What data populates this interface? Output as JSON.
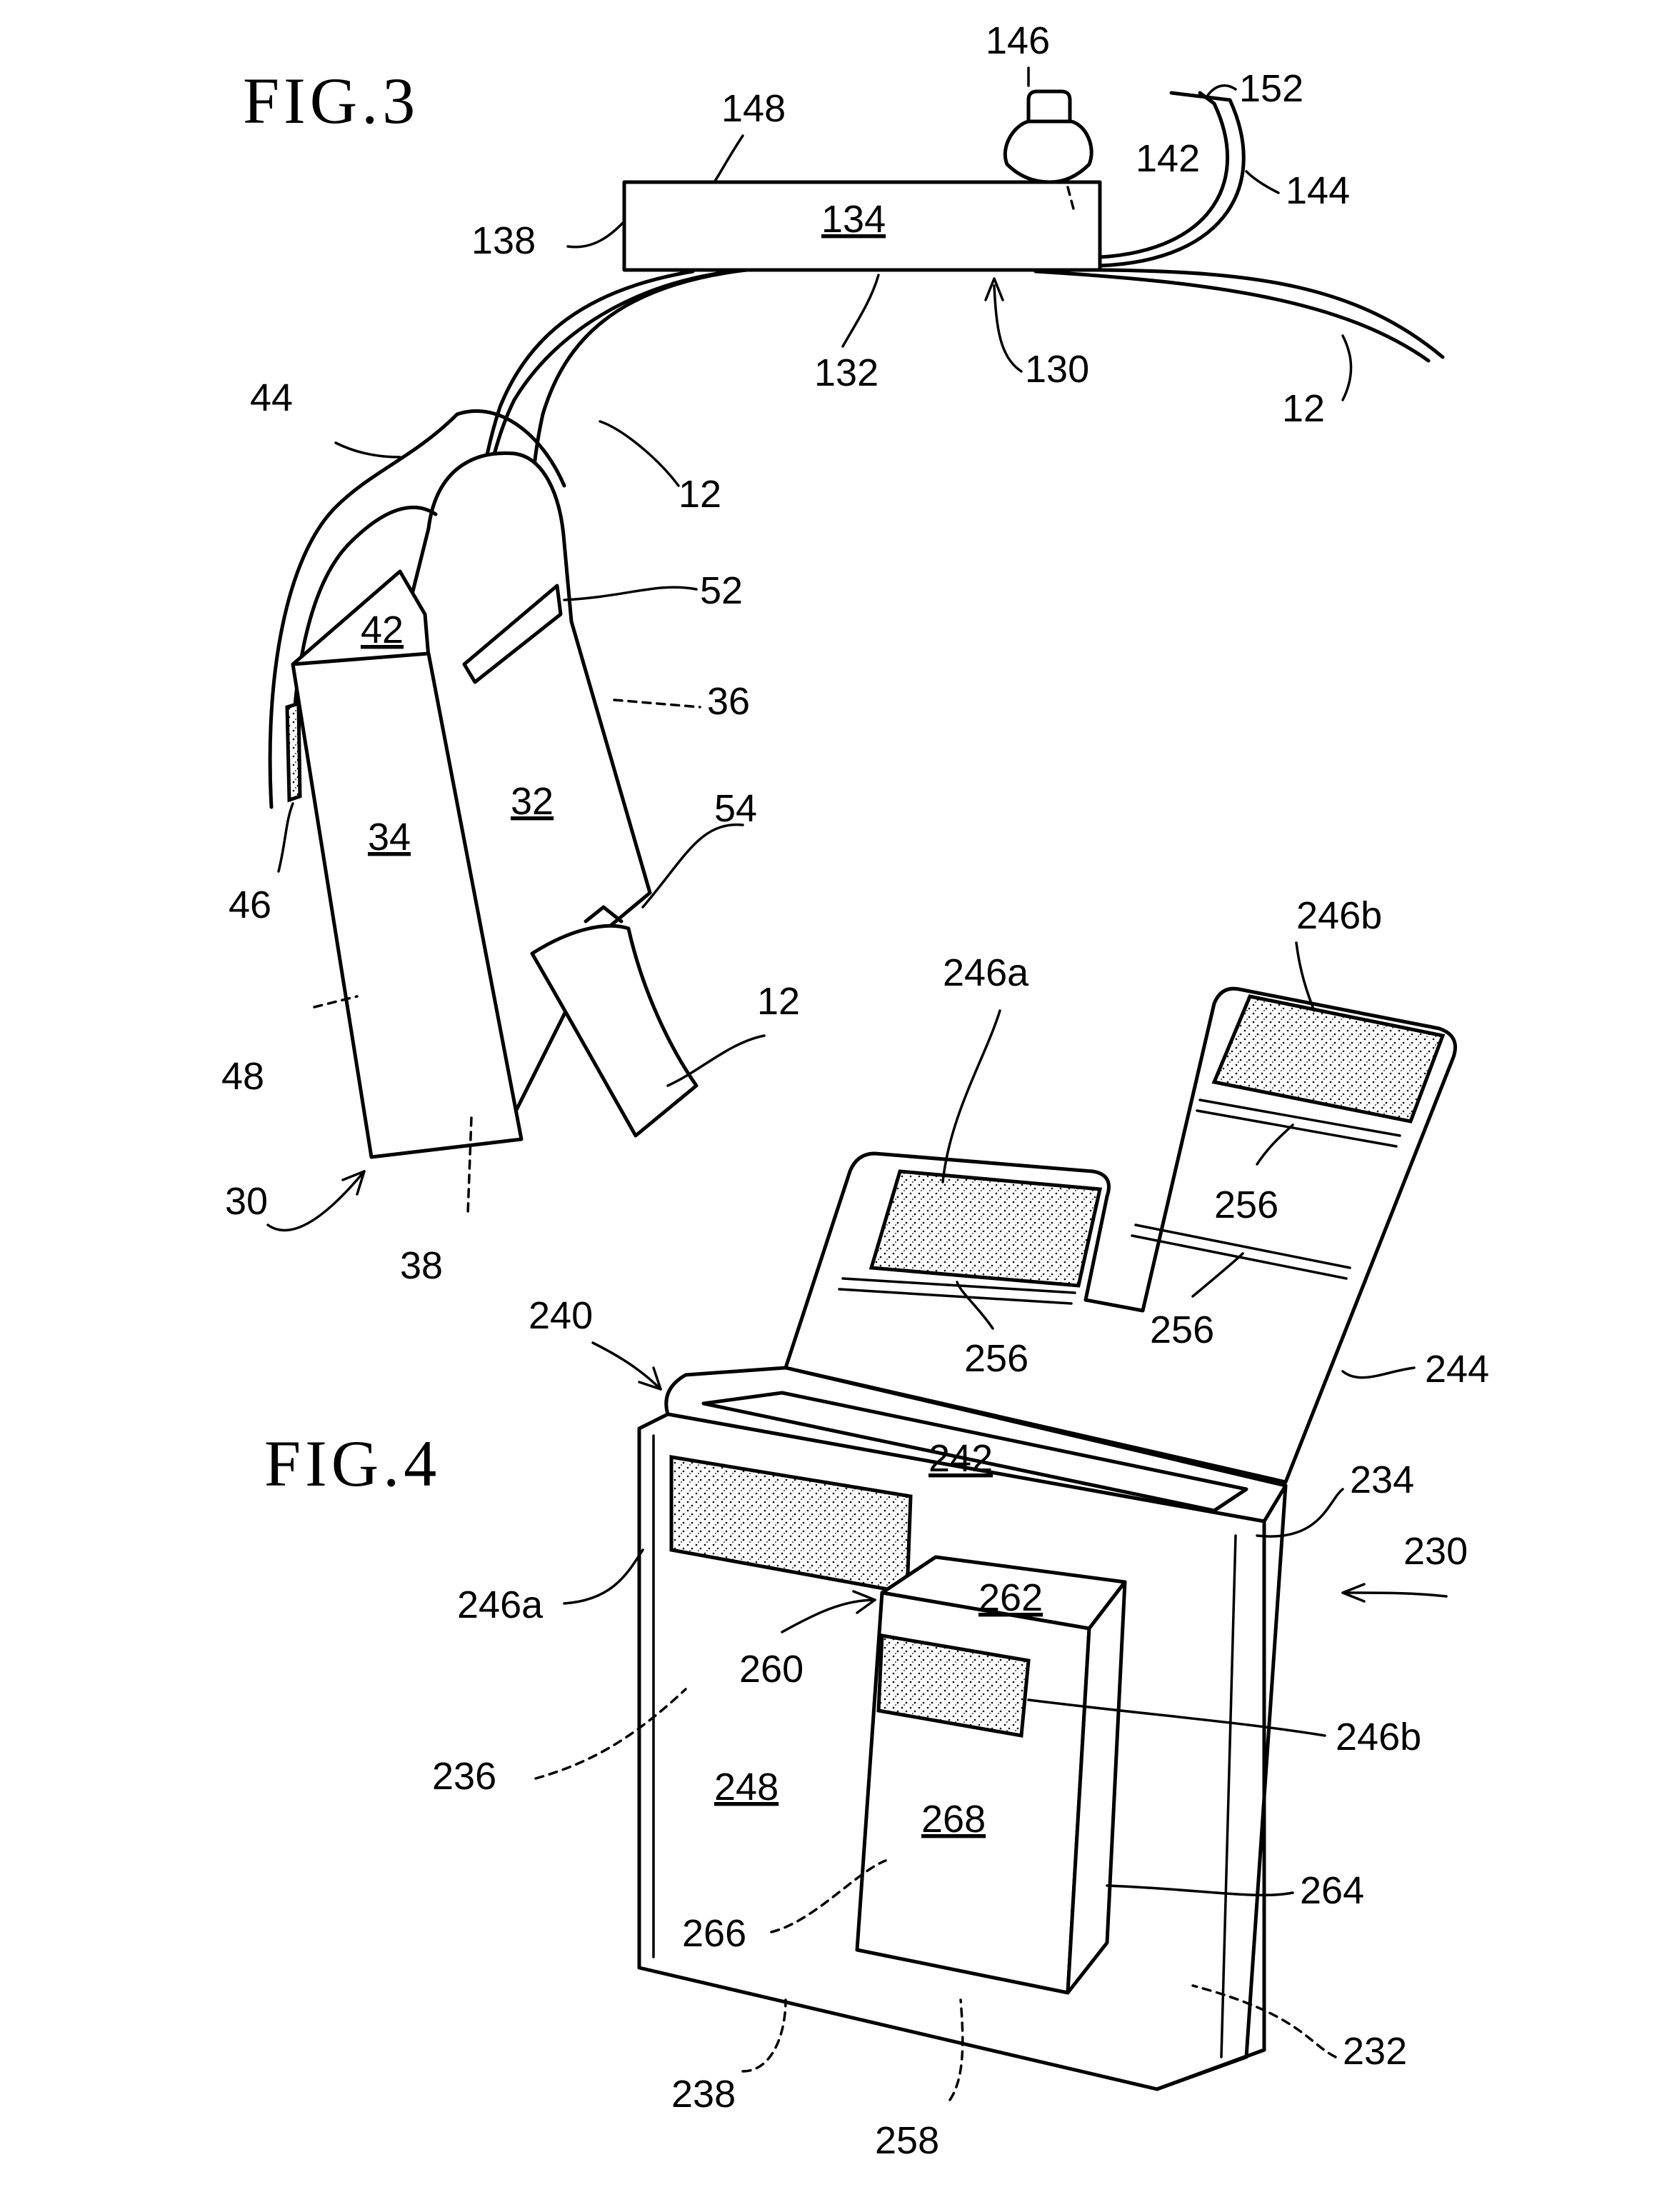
{
  "figures": {
    "fig3_title": "FIG.3",
    "fig4_title": "FIG.4"
  },
  "fig3_labels": {
    "l146": "146",
    "l148": "148",
    "l152": "152",
    "l142": "142",
    "l144": "144",
    "l134": "134",
    "l138": "138",
    "l132": "132",
    "l130": "130",
    "l12_right": "12",
    "l44": "44",
    "l12_mid": "12",
    "l42": "42",
    "l52": "52",
    "l36": "36",
    "l32": "32",
    "l34": "34",
    "l54": "54",
    "l46": "46",
    "l12_low": "12",
    "l48": "48",
    "l30": "30",
    "l38": "38"
  },
  "fig4_labels": {
    "l246b_top": "246b",
    "l246a_top": "246a",
    "l256_right": "256",
    "l256_left": "256",
    "l256_mid": "256",
    "l240": "240",
    "l244": "244",
    "l242": "242",
    "l234": "234",
    "l230": "230",
    "l246a_front": "246a",
    "l262": "262",
    "l260": "260",
    "l246b_front": "246b",
    "l236": "236",
    "l248": "248",
    "l268": "268",
    "l264": "264",
    "l266": "266",
    "l238": "238",
    "l258": "258",
    "l232": "232"
  }
}
